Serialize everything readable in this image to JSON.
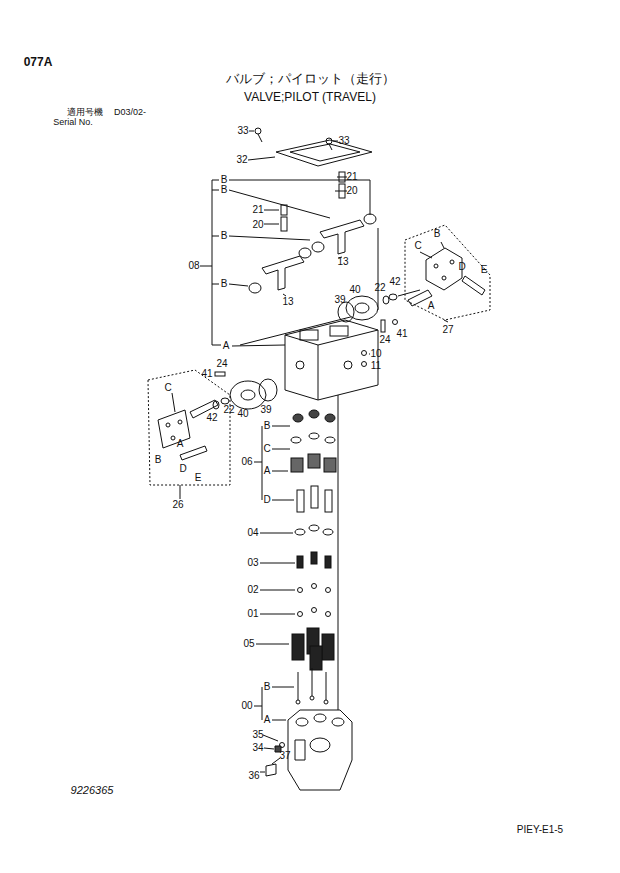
{
  "diagram": {
    "title": "バルブ；パイロット（走行）",
    "labels": [
      "077A",
      "VALVE;PILOT (TRAVEL)",
      "適用号機",
      "D03/02-",
      "Serial No.",
      "33",
      "33",
      "32",
      "21",
      "20",
      "B",
      "B",
      "21",
      "20",
      "B",
      "08",
      "B",
      "13",
      "13",
      "C",
      "B",
      "42",
      "22",
      "40",
      "39",
      "D",
      "E",
      "A",
      "27",
      "24",
      "41",
      "A",
      "10",
      "11",
      "41",
      "24",
      "39",
      "22",
      "40",
      "42",
      "C",
      "A",
      "B",
      "D",
      "E",
      "26",
      "B",
      "C",
      "06",
      "A",
      "D",
      "04",
      "03",
      "02",
      "01",
      "05",
      "B",
      "00",
      "A",
      "35",
      "34",
      "36",
      "37",
      "9226365",
      "PIEY-E1-5"
    ]
  }
}
